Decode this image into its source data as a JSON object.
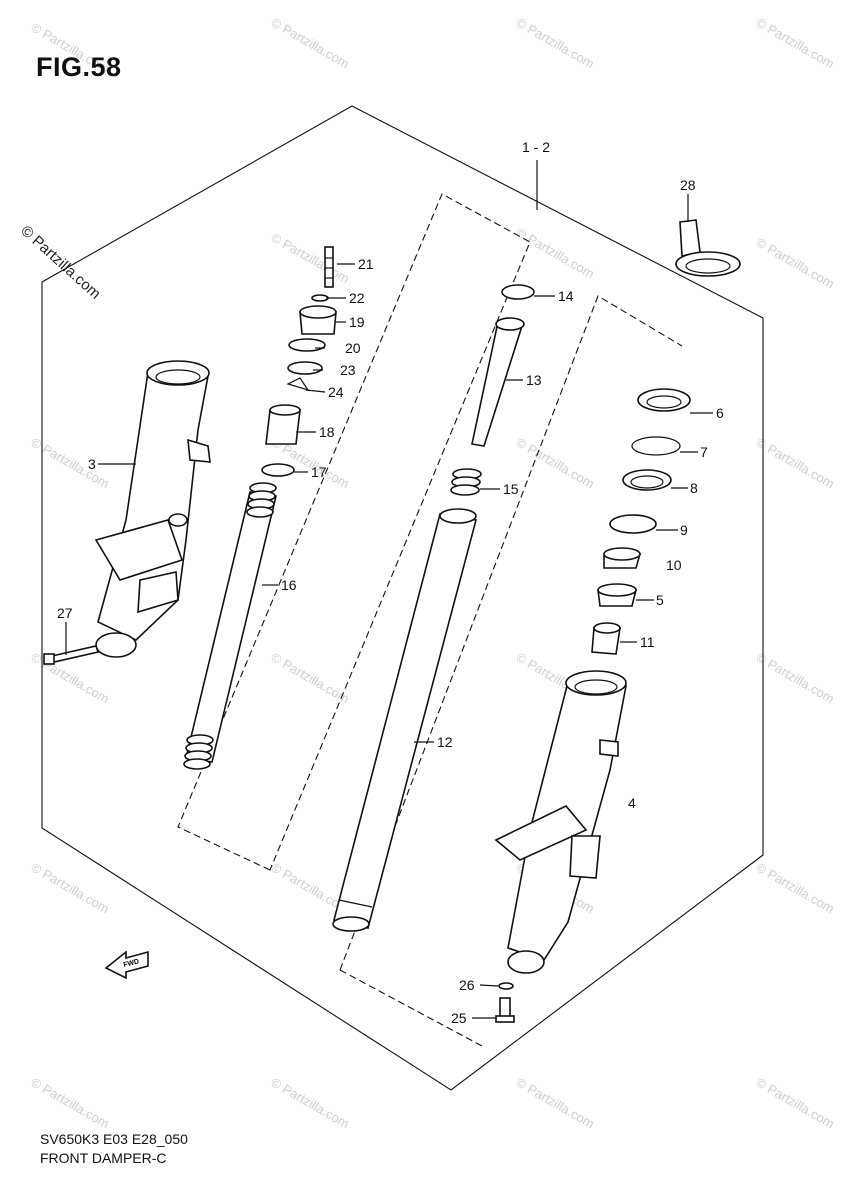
{
  "figure": {
    "title": "FIG.58",
    "code": "SV650K3 E03 E28_050",
    "subtitle": "FRONT DAMPER-C"
  },
  "watermark": {
    "text": "© Partzilla.com"
  },
  "callouts": {
    "c1_2": "1 - 2",
    "c3": "3",
    "c4": "4",
    "c5": "5",
    "c6": "6",
    "c7": "7",
    "c8": "8",
    "c9": "9",
    "c10": "10",
    "c11": "11",
    "c12": "12",
    "c13": "13",
    "c14": "14",
    "c15": "15",
    "c16": "16",
    "c17": "17",
    "c18": "18",
    "c19": "19",
    "c20": "20",
    "c21": "21",
    "c22": "22",
    "c23": "23",
    "c24": "24",
    "c25": "25",
    "c26": "26",
    "c27": "27",
    "c28": "28"
  },
  "front_arrow": "FWD"
}
